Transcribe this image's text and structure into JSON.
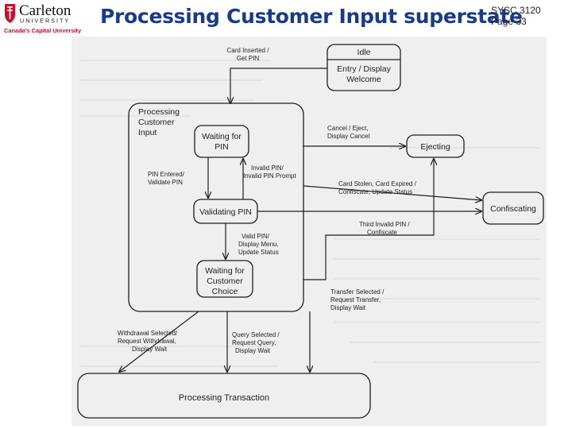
{
  "header": {
    "logo_word": "Carleton",
    "logo_university": "UNIVERSITY",
    "logo_tagline": "Canada's Capital University",
    "title": "Processing Customer Input superstate",
    "course": "SYSC 3120",
    "page": "Page 33"
  },
  "diagram": {
    "states": {
      "idle": "Idle",
      "idle_entry_1": "Entry / Display",
      "idle_entry_2": "Welcome",
      "superstate_1": "Processing",
      "superstate_2": "Customer",
      "superstate_3": "Input",
      "waiting_pin_1": "Waiting for",
      "waiting_pin_2": "PIN",
      "validating_pin": "Validating PIN",
      "waiting_choice_1": "Waiting for",
      "waiting_choice_2": "Customer",
      "waiting_choice_3": "Choice",
      "ejecting": "Ejecting",
      "confiscating": "Confiscating",
      "processing_transaction": "Processing Transaction"
    },
    "transitions": {
      "card_inserted_1": "Card Inserted /",
      "card_inserted_2": "Get PIN",
      "cancel_1": "Cancel / Eject,",
      "cancel_2": "Display Cancel",
      "pin_entered_1": "PIN Entered/",
      "pin_entered_2": "Validate PIN",
      "invalid_pin_1": "Invalid PIN/",
      "invalid_pin_2": "Invalid PIN Prompt",
      "card_stolen_1": "Card Stolen, Card Expired /",
      "card_stolen_2": "Confiscate, Update Status",
      "third_invalid_1": "Third Invalid PIN /",
      "third_invalid_2": "Confiscate",
      "valid_pin_1": "Valid PIN/",
      "valid_pin_2": "Display Menu,",
      "valid_pin_3": "Update Status",
      "transfer_1": "Transfer Selected /",
      "transfer_2": "Request Transfer,",
      "transfer_3": "Display Wait",
      "withdrawal_1": "Withdrawal Selected/",
      "withdrawal_2": "Request Withdrawal,",
      "withdrawal_3": "Display Wait",
      "query_1": "Query Selected /",
      "query_2": "Request Query,",
      "query_3": "Display Wait"
    }
  },
  "colors": {
    "title": "#1a3a8a",
    "logo_red": "#c8102e",
    "line": "#1e1e1e",
    "scan_background": "#efefef"
  }
}
